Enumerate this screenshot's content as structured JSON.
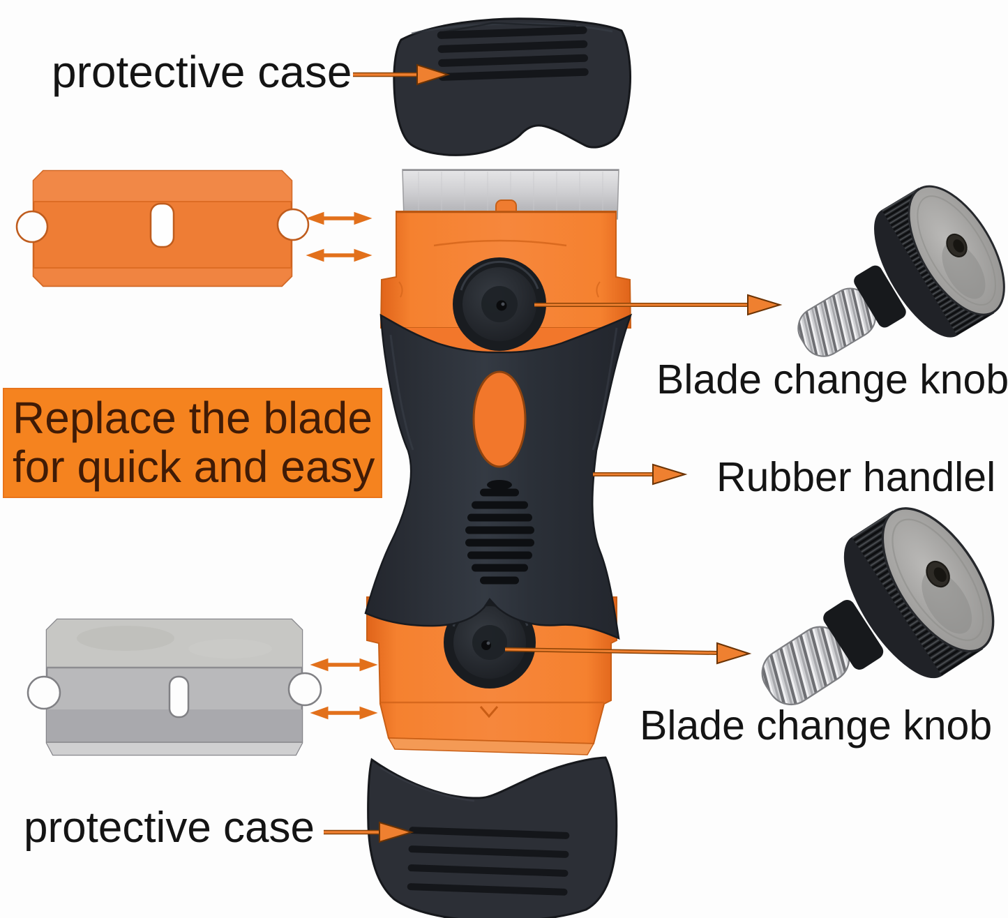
{
  "figure": {
    "type": "product-parts-diagram",
    "subject": "double-ended razor scraper with replaceable blades"
  },
  "labels": {
    "protective_case_top": "protective case",
    "blade_change_knob_top": "Blade change knob",
    "rubber_handle": "Rubber handlel",
    "blade_change_knob_bottom": "Blade change knob",
    "protective_case_bottom": "protective case"
  },
  "note": {
    "line1": "Replace the blade",
    "line2": "for quick and easy"
  },
  "illustrations": {
    "top_protective_case": "black protective end cap (top)",
    "plastic_blade": "orange plastic razor blade",
    "steel_blade": "steel razor blade",
    "scraper_body": "scraper body with silver blade, orange blade holders and black rubber handle",
    "blade_change_knob_upper": "knurled thumb screw knob (upper)",
    "blade_change_knob_lower": "knurled thumb screw knob (lower)",
    "bottom_protective_case": "black protective end cap (bottom)"
  },
  "colors": {
    "background": "#fdfdfd",
    "accent_orange": "#ee7d35",
    "note_box_background": "#f5831f",
    "note_text": "#401b06",
    "label_text": "#141414",
    "arrow_orange": "#ef8030",
    "arrow_outline": "#6b3304",
    "case_black": "#2c2f36",
    "handle_black": "#2b3038",
    "metal_silver": "#b9b9bb"
  }
}
